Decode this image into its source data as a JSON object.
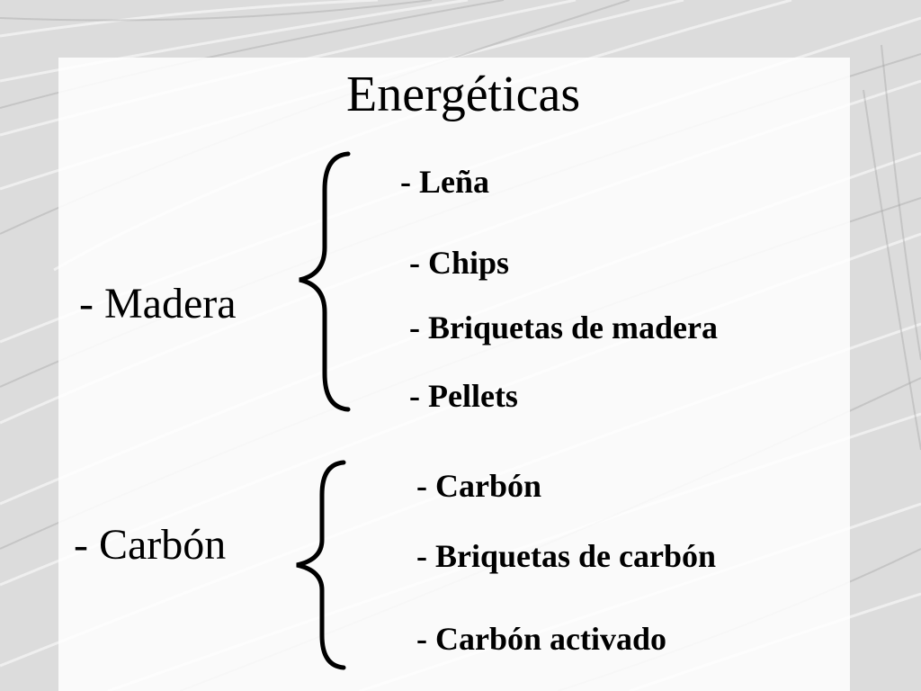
{
  "slide": {
    "title": "Energéticas",
    "groups": [
      {
        "label": "- Madera",
        "items": [
          "- Leña",
          "- Chips",
          "- Briquetas de madera",
          "- Pellets"
        ]
      },
      {
        "label": "- Carbón",
        "items": [
          "- Carbón",
          "- Briquetas de carbón",
          "- Carbón activado"
        ]
      }
    ],
    "colors": {
      "text": "#000000",
      "panel": "#f7f7f7",
      "background": "#d6d6d6"
    }
  }
}
